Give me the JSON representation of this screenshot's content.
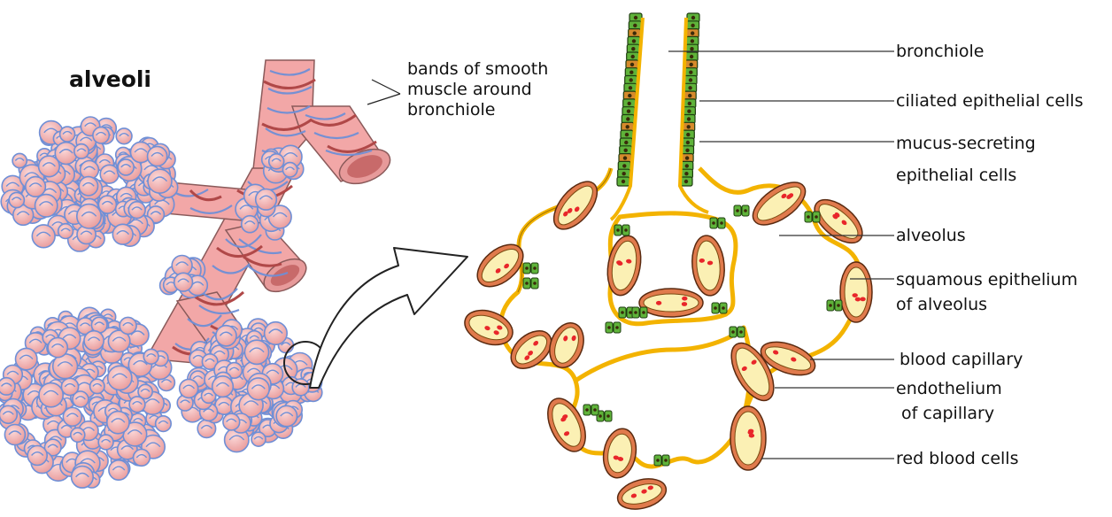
{
  "diagram": {
    "title": "alveoli",
    "left_annotation": [
      "bands of smooth",
      "muscle around",
      "bronchiole"
    ],
    "labels": {
      "bronchiole": "bronchiole",
      "ciliated": "ciliated epithelial cells",
      "mucus": [
        "mucus-secreting",
        "epithelial cells"
      ],
      "alveolus": "alveolus",
      "squamous": [
        "squamous epithelium",
        "of alveolus"
      ],
      "capillary": "blood capillary",
      "endothelium": [
        "endothelium",
        " of capillary"
      ],
      "rbc": "red blood cells"
    },
    "colors": {
      "tissue_pink": "#f2a7a7",
      "vessel_blue": "#6f8fd6",
      "muscle_band": "#b04848",
      "epithelium_yellow": "#f3b300",
      "capillary_orange": "#e07a4c",
      "capillary_fill": "#fbf0b4",
      "red_cell": "#e8262a",
      "ciliated_green": "#5fb33a"
    }
  }
}
